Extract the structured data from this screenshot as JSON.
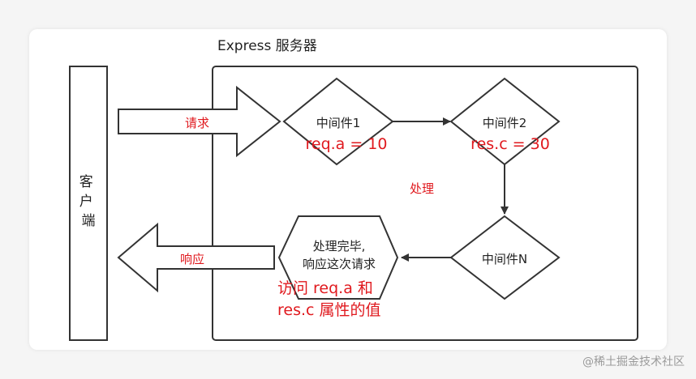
{
  "server_title": "Express 服务器",
  "client_label": "客户端",
  "request_label": "请求",
  "response_label": "响应",
  "process_label": "处理",
  "middleware1": {
    "name": "中间件1",
    "annotation": "req.a = 10"
  },
  "middleware2": {
    "name": "中间件2",
    "annotation": "res.c = 30"
  },
  "middlewareN": {
    "name": "中间件N"
  },
  "finish": {
    "line1": "处理完毕,",
    "line2": "响应这次请求",
    "annotation_line1": "访问 req.a 和",
    "annotation_line2": "res.c 属性的值"
  },
  "watermark": "@稀土掘金技术社区",
  "colors": {
    "stroke": "#333333",
    "accent_red": "#e0191e",
    "text": "#222222"
  }
}
